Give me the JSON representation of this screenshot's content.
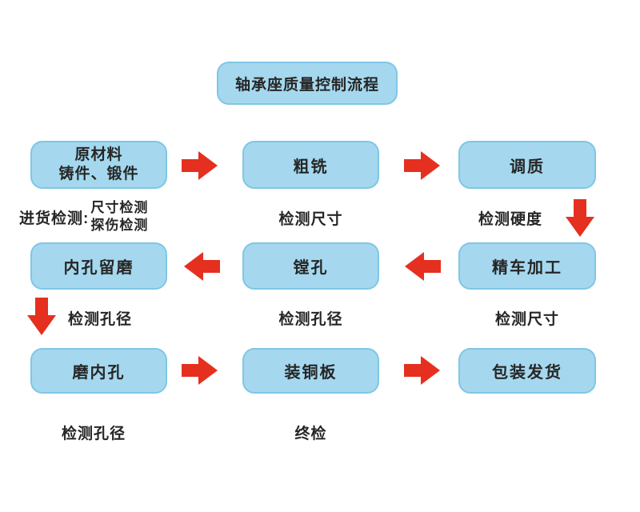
{
  "title": "轴承座质量控制流程",
  "colors": {
    "box_fill": "#a5d8ee",
    "box_border": "#7fc6e6",
    "arrow_red": "#e5301f",
    "text": "#262626"
  },
  "row1": {
    "box1_line1": "原材料",
    "box1_line2": "铸件、锻件",
    "box2": "粗铣",
    "box3": "调质",
    "caption1_label": "进货检测:",
    "caption1_item1": "尺寸检测",
    "caption1_item2": "探伤检测",
    "caption2": "检测尺寸",
    "caption3": "检测硬度"
  },
  "row2": {
    "box1": "内孔留磨",
    "box2": "镗孔",
    "box3": "精车加工",
    "caption1": "检测孔径",
    "caption2": "检测孔径",
    "caption3": "检测尺寸"
  },
  "row3": {
    "box1": "磨内孔",
    "box2": "装铜板",
    "box3": "包装发货",
    "caption1": "检测孔径",
    "caption2": "终检"
  }
}
